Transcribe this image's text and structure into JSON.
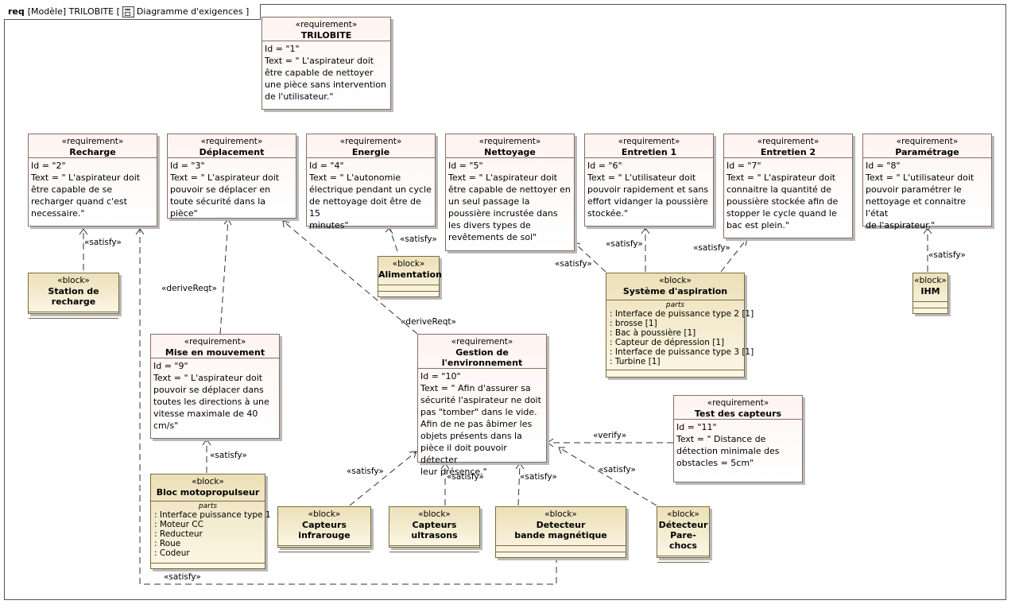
{
  "frame": {
    "kind": "req",
    "model": "[Modèle]",
    "name": "TRILOBITE",
    "diagram": "Diagramme d'exigences"
  },
  "requirements": [
    {
      "stereo": "«requirement»",
      "name": "TRILOBITE",
      "id": "Id = \"1\"",
      "text": "Text = \" L'aspirateur doit\nêtre capable de nettoyer\nune pièce sans intervention\nde l'utilisateur.\""
    },
    {
      "stereo": "«requirement»",
      "name": "Recharge",
      "id": "Id = \"2\"",
      "text": "Text = \" L'aspirateur doit\nêtre capable de se\nrecharger quand c'est\nnecessaire.\""
    },
    {
      "stereo": "«requirement»",
      "name": "Déplacement",
      "id": "Id = \"3\"",
      "text": "Text = \" L'aspirateur doit\npouvoir se déplacer en\ntoute sécurité dans la pièce\""
    },
    {
      "stereo": "«requirement»",
      "name": "Energie",
      "id": "Id = \"4\"",
      "text": "Text = \" L'autonomie\nélectrique pendant un cycle\nde nettoyage doit être de 15\nminutes\""
    },
    {
      "stereo": "«requirement»",
      "name": "Nettoyage",
      "id": "Id = \"5\"",
      "text": "Text = \" L'aspirateur doit\nêtre capable de nettoyer en\nun seul passage la\npoussière incrustée dans\nles divers types de\nrevêtements de sol\""
    },
    {
      "stereo": "«requirement»",
      "name": "Entretien 1",
      "id": "Id = \"6\"",
      "text": "Text = \" L'utilisateur doit\npouvoir rapidement et sans\neffort vidanger la poussière\nstockée.\""
    },
    {
      "stereo": "«requirement»",
      "name": "Entretien 2",
      "id": "Id = \"7\"",
      "text": "Text = \" L'aspirateur doit\nconnaitre la quantité de\npoussière stockée afin de\nstopper le cycle quand le\nbac est plein.\""
    },
    {
      "stereo": "«requirement»",
      "name": "Paramétrage",
      "id": "Id = \"8\"",
      "text": "Text = \" L'utilisateur doit\npouvoir paramétrer le\nnettoyage et connaitre l'état\nde l'aspirateur.\""
    },
    {
      "stereo": "«requirement»",
      "name": "Mise en mouvement",
      "id": "Id = \"9\"",
      "text": "Text = \" L'aspirateur doit\npouvoir se déplacer dans\ntoutes les directions à une\nvitesse maximale de 40\ncm/s\""
    },
    {
      "stereo": "«requirement»",
      "name": "Gestion de l'environnement",
      "id": "Id = \"10\"",
      "text": "Text = \" Afin d'assurer sa\nsécurité l'aspirateur ne doit\npas \"tomber\" dans le vide.\nAfin de ne pas âbimer les\nobjets présents dans la\npièce il doit pouvoir détecter\nleur présence.\""
    },
    {
      "stereo": "«requirement»",
      "name": "Test des capteurs",
      "id": "Id = \"11\"",
      "text": "Text = \" Distance de\ndétection minimale des\nobstacles = 5cm\""
    }
  ],
  "blocks": [
    {
      "stereo": "«block»",
      "name": "Station de recharge"
    },
    {
      "stereo": "«block»",
      "name": "Alimentation"
    },
    {
      "stereo": "«block»",
      "name": "Système d'aspiration",
      "parts_title": "parts",
      "parts": [
        ": Interface de puissance type 2 [1]",
        ":  brosse [1]",
        ": Bac à poussière [1]",
        ": Capteur de dépression [1]",
        ": Interface de puissance type 3 [1]",
        ": Turbine [1]"
      ]
    },
    {
      "stereo": "«block»",
      "name": "IHM"
    },
    {
      "stereo": "«block»",
      "name": "Bloc motopropulseur",
      "parts_title": "parts",
      "parts": [
        ": Interface puissance type 1",
        ": Moteur CC",
        ": Reducteur",
        ": Roue",
        ": Codeur"
      ]
    },
    {
      "stereo": "«block»",
      "name": "Capteurs infrarouge"
    },
    {
      "stereo": "«block»",
      "name": "Capteurs ultrasons"
    },
    {
      "stereo": "«block»",
      "name": "Detecteur\nbande magnétique"
    },
    {
      "stereo": "«block»",
      "name": "Détecteur\nPare-chocs"
    }
  ],
  "relations": {
    "satisfy": "«satisfy»",
    "deriveReqt": "«deriveReqt»",
    "verify": "«verify»"
  }
}
